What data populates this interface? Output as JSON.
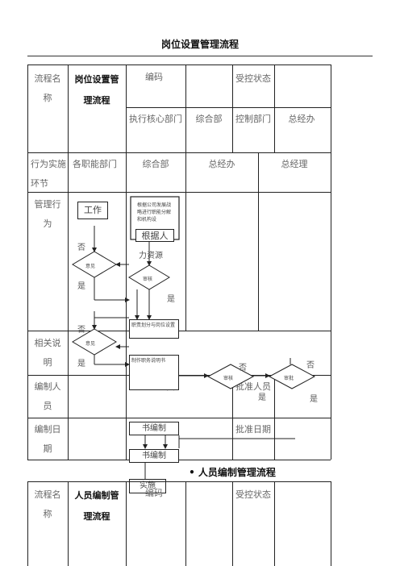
{
  "doc": {
    "title": "岗位设置管理流程",
    "second_title": "人员编制管理流程"
  },
  "table1": {
    "r1": {
      "label": "流程名称",
      "name": "岗位设置管理流程",
      "code_label": "编码",
      "control_label": "受控状态"
    },
    "r2": {
      "exec_dept": "执行核心部门",
      "dept": "综合部",
      "control_dept": "控制部门",
      "gm": "总经办"
    },
    "r3": {
      "label": "行为实施环节",
      "c1": "各职能部门",
      "c2": "综合部",
      "c3": "总经办",
      "c4": "总经理"
    },
    "r4": {
      "label": "管理行为"
    },
    "r5": {
      "label": "相关说明"
    },
    "r6": {
      "label": "编制人员",
      "mid": "员",
      "approver": "批准人员"
    },
    "r7": {
      "label": "编制日期",
      "approve_date": "批准日期"
    }
  },
  "flow": {
    "work": "工作",
    "basis": "根据公司发展战略进行职能分解和机构设",
    "basis_big": "根据人",
    "basis_cut": "力资源",
    "deny1": "否",
    "opinion1": "意见",
    "yes1": "是",
    "review": "审核",
    "yes_review": "是",
    "duty": "职责划分与岗位设置",
    "deny2": "否",
    "opinion2": "意见",
    "yes2": "是",
    "manual": "制作职务说明书",
    "review2": "审核",
    "deny3": "否",
    "yes3": "是",
    "approve": "审批",
    "deny4": "否",
    "yes4": "是",
    "sub1": "书编制",
    "sub2": "书编制",
    "sub3": "实施"
  },
  "table2": {
    "label": "流程名称",
    "name": "人员编制管理流程",
    "code_label": "编码",
    "control_label": "受控状态"
  }
}
